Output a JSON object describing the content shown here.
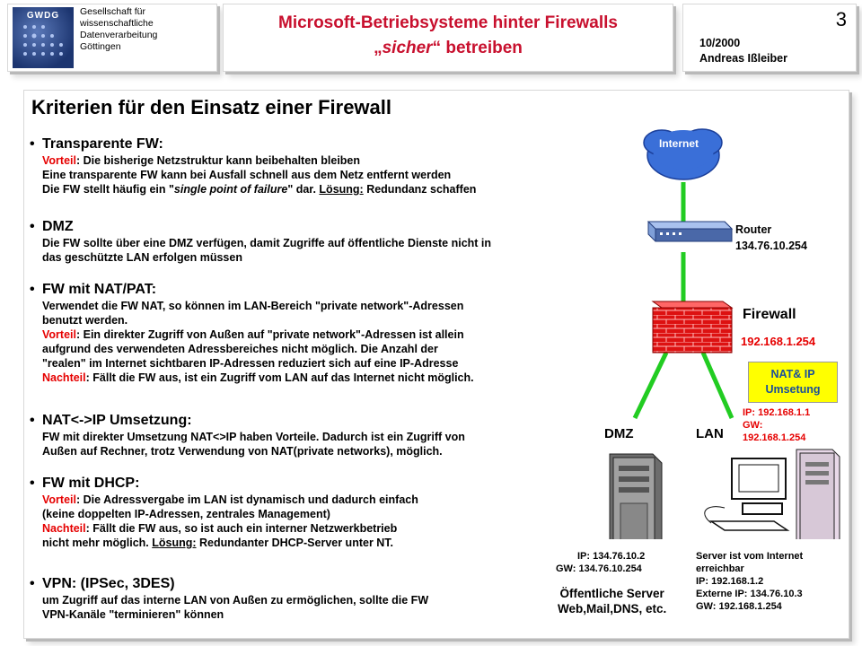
{
  "header": {
    "logo_text": "GWDG",
    "org_lines": [
      "Gesellschaft für",
      "wissenschaftliche",
      "Datenverarbeitung",
      "Göttingen"
    ],
    "title_line1": "Microsoft-Betriebsysteme hinter Firewalls",
    "title_line2_pre": "„",
    "title_line2_em": "sicher",
    "title_line2_post": "“ betreiben",
    "page_number": "3",
    "date": "10/2000",
    "author": "Andreas Ißleiber"
  },
  "main": {
    "heading": "Kriterien für den Einsatz einer Firewall",
    "s1": {
      "head": "Transparente FW:",
      "l1_red": "Vorteil",
      "l1_rest": ": Die bisherige Netzstruktur kann beibehalten bleiben",
      "l2": "Eine transparente FW kann bei Ausfall schnell aus dem Netz entfernt werden",
      "l3_a": "Die FW stellt häufig ein \"",
      "l3_i": "single point of failure",
      "l3_b": "\" dar. ",
      "l3_u": "Lösung:",
      "l3_c": " Redundanz schaffen"
    },
    "s2": {
      "head": "DMZ",
      "l1": "Die FW sollte über eine DMZ verfügen, damit Zugriffe auf öffentliche Dienste nicht in",
      "l2": "das geschützte LAN erfolgen müssen"
    },
    "s3": {
      "head": "FW mit NAT/PAT:",
      "l1": "Verwendet  die FW NAT, so können im LAN-Bereich \"private network\"-Adressen",
      "l2": "benutzt werden.",
      "l3_red": "Vorteil",
      "l3_rest": ": Ein direkter Zugriff von Außen auf \"private network\"-Adressen ist allein",
      "l4": "aufgrund des verwendeten Adressbereiches nicht möglich. Die Anzahl der",
      "l5": "\"realen\" im Internet sichtbaren IP-Adressen reduziert sich auf eine IP-Adresse",
      "l6_red": "Nachteil",
      "l6_rest": ": Fällt die FW aus, ist ein Zugriff vom LAN auf das Internet nicht möglich."
    },
    "s4": {
      "head": "NAT<->IP Umsetzung:",
      "l1": "FW mit direkter Umsetzung NAT<>IP haben Vorteile. Dadurch ist ein Zugriff von",
      "l2": "Außen auf Rechner, trotz Verwendung von NAT(private networks), möglich."
    },
    "s5": {
      "head": "FW mit DHCP:",
      "l1_red": "Vorteil",
      "l1_rest": ": Die Adressvergabe im LAN ist dynamisch und dadurch einfach",
      "l2": "(keine doppelten IP-Adressen, zentrales Management)",
      "l3_red": "Nachteil",
      "l3_rest": ": Fällt die FW aus, so ist auch ein interner Netzwerkbetrieb",
      "l4_a": "nicht mehr möglich.  ",
      "l4_u": "Lösung:",
      "l4_b": " Redundanter DHCP-Server unter NT."
    },
    "s6": {
      "head": "VPN: (IPSec, 3DES)",
      "l1": "um Zugriff auf das interne LAN von Außen zu ermöglichen, sollte die FW",
      "l2": "VPN-Kanäle \"terminieren\" können"
    }
  },
  "diagram": {
    "internet": "Internet",
    "router_label": "Router",
    "router_ip": "134.76.10.254",
    "firewall_label": "Firewall",
    "firewall_ip": "192.168.1.254",
    "nat_box_l1": "NAT& IP",
    "nat_box_l2": "Umsetung",
    "lan_ip": "IP: 192.168.1.1",
    "lan_gw_label": "GW:",
    "lan_gw": "192.168.1.254",
    "dmz_label": "DMZ",
    "lan_label": "LAN",
    "dmz_ip": "IP: 134.76.10.2",
    "dmz_gw": "GW: 134.76.10.254",
    "public_l1": "Öffentliche Server",
    "public_l2": "Web,Mail,DNS, etc.",
    "srv_l1": "Server ist vom Internet",
    "srv_l2": "erreichbar",
    "srv_l3": "IP: 192.168.1.2",
    "srv_l4": "Externe IP: 134.76.10.3",
    "srv_l5": "GW: 192.168.1.254",
    "colors": {
      "link_green": "#22cc22",
      "firewall_red": "#cc0000",
      "nat_box_fill": "#ffff00",
      "internet_blue": "#3a6fd8"
    }
  }
}
